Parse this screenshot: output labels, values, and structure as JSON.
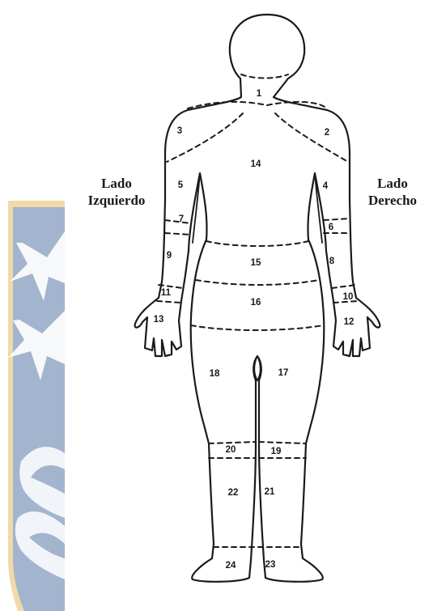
{
  "labels": {
    "left_side_line1": "Lado",
    "left_side_line2": "Izquierdo",
    "right_side_line1": "Lado",
    "right_side_line2": "Derecho"
  },
  "zones": [
    {
      "id": 1,
      "label": "1"
    },
    {
      "id": 2,
      "label": "2"
    },
    {
      "id": 3,
      "label": "3"
    },
    {
      "id": 4,
      "label": "4"
    },
    {
      "id": 5,
      "label": "5"
    },
    {
      "id": 6,
      "label": "6"
    },
    {
      "id": 7,
      "label": "7"
    },
    {
      "id": 8,
      "label": "8"
    },
    {
      "id": 9,
      "label": "9"
    },
    {
      "id": 10,
      "label": "10"
    },
    {
      "id": 11,
      "label": "11"
    },
    {
      "id": 12,
      "label": "12"
    },
    {
      "id": 13,
      "label": "13"
    },
    {
      "id": 14,
      "label": "14"
    },
    {
      "id": 15,
      "label": "15"
    },
    {
      "id": 16,
      "label": "16"
    },
    {
      "id": 17,
      "label": "17"
    },
    {
      "id": 18,
      "label": "18"
    },
    {
      "id": 19,
      "label": "19"
    },
    {
      "id": 20,
      "label": "20"
    },
    {
      "id": 21,
      "label": "21"
    },
    {
      "id": 22,
      "label": "22"
    },
    {
      "id": 23,
      "label": "23"
    },
    {
      "id": 24,
      "label": "24"
    }
  ],
  "colors": {
    "emblem_blue": "#a3b4ce",
    "emblem_border": "#f1d9a8",
    "emblem_star": "#ffffff",
    "ink": "#1a1a1a"
  }
}
